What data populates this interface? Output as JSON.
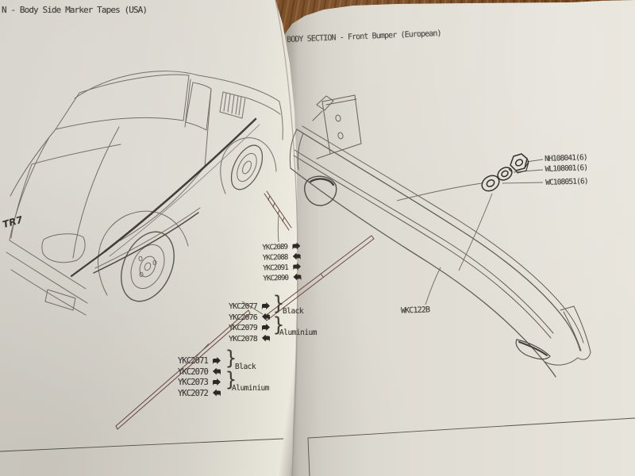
{
  "left_page": {
    "header": "N - Body Side Marker Tapes (USA)",
    "car_decal": "TR7",
    "stripe_parts": {
      "rows": [
        {
          "part": "YKC2089",
          "arrow": "right"
        },
        {
          "part": "YKC2088",
          "arrow": "left"
        },
        {
          "part": "YKC2091",
          "arrow": "right"
        },
        {
          "part": "YKC2090",
          "arrow": "left"
        }
      ]
    },
    "mid_parts": {
      "rows": [
        {
          "part": "YKC2077",
          "arrow": "right"
        },
        {
          "part": "YKC2076",
          "arrow": "left"
        },
        {
          "part": "YKC2079",
          "arrow": "right"
        },
        {
          "part": "YKC2078",
          "arrow": "left"
        }
      ],
      "finish_pair_1": "Black",
      "finish_pair_2": "Aluminium"
    },
    "low_parts": {
      "rows": [
        {
          "part": "YKC2071",
          "arrow": "right"
        },
        {
          "part": "YKC2070",
          "arrow": "left"
        },
        {
          "part": "YKC2073",
          "arrow": "right"
        },
        {
          "part": "YKC2072",
          "arrow": "left"
        }
      ],
      "finish_pair_1": "Black",
      "finish_pair_2": "Aluminium"
    }
  },
  "right_page": {
    "header": "BODY SECTION - Front Bumper (European)",
    "bumper_part_label": "WKC122B",
    "fastener_labels": [
      {
        "part": "NH108041(6)",
        "icon": "nut-icon"
      },
      {
        "part": "WL108001(6)",
        "icon": "spring-washer-icon"
      },
      {
        "part": "WC108051(6)",
        "icon": "flat-washer-icon"
      }
    ]
  },
  "glyphs": {
    "brace": "}"
  },
  "colors": {
    "wood_table": "#7c4e22",
    "paper": "#dedbd2",
    "ink": "#45413b",
    "line_art": "#6f6a63",
    "tape_stripe_dark": "#3a3733",
    "tape_strip_maroon": "#6b4a42"
  }
}
